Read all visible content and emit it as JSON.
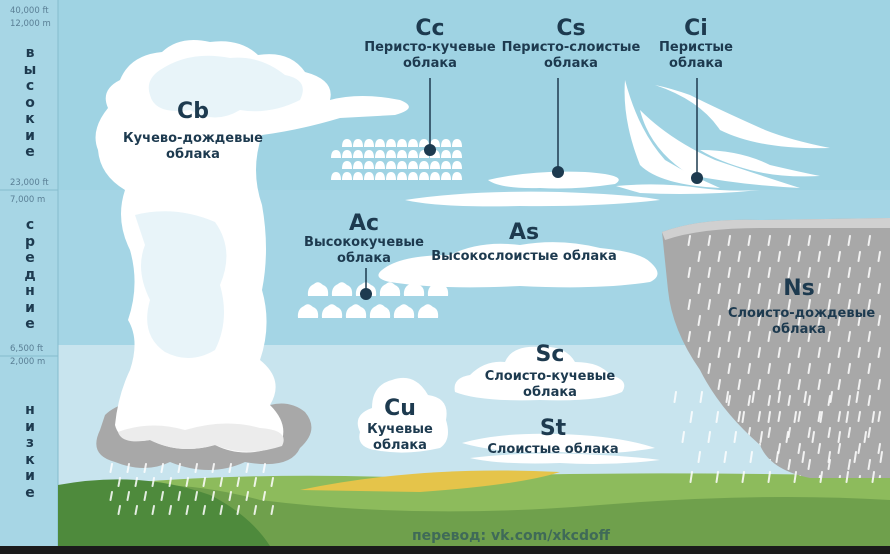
{
  "colors": {
    "sky_high": "#9fd3e3",
    "sky_mid": "#a4d5e5",
    "sky_low": "#c8e4ee",
    "ground": "#6fa04c",
    "label_dark": "#1d3a4f",
    "cloud": "#ffffff",
    "rain_cloud": "#a8a8a8"
  },
  "axis": {
    "high": {
      "word": "высокие",
      "tick_ft": "40,000 ft",
      "tick_m": "12,000 m"
    },
    "mid": {
      "word": "средние",
      "tick_ft": "23,000 ft",
      "tick_m": "7,000 m"
    },
    "low": {
      "word": "низкие",
      "tick_ft": "6,500 ft",
      "tick_m": "2,000 m"
    }
  },
  "clouds": {
    "cb": {
      "code": "Cb",
      "name_line1": "Кучево-дождевые",
      "name_line2": "облака"
    },
    "cc": {
      "code": "Cc",
      "name_line1": "Перисто-кучевые",
      "name_line2": "облака"
    },
    "cs": {
      "code": "Cs",
      "name_line1": "Перисто-слоистые",
      "name_line2": "облака"
    },
    "ci": {
      "code": "Ci",
      "name_line1": "Перистые",
      "name_line2": "облака"
    },
    "ac": {
      "code": "Ac",
      "name_line1": "Высококучевые",
      "name_line2": "облака"
    },
    "as": {
      "code": "As",
      "name_line1": "Высокослоистые облака"
    },
    "ns": {
      "code": "Ns",
      "name_line1": "Слоисто-дождевые",
      "name_line2": "облака"
    },
    "sc": {
      "code": "Sc",
      "name_line1": "Слоисто-кучевые",
      "name_line2": "облака"
    },
    "cu": {
      "code": "Cu",
      "name_line1": "Кучевые",
      "name_line2": "облака"
    },
    "st": {
      "code": "St",
      "name_line1": "Слоистые облака"
    }
  },
  "credit": "перевод: vk.com/xkcdoff"
}
